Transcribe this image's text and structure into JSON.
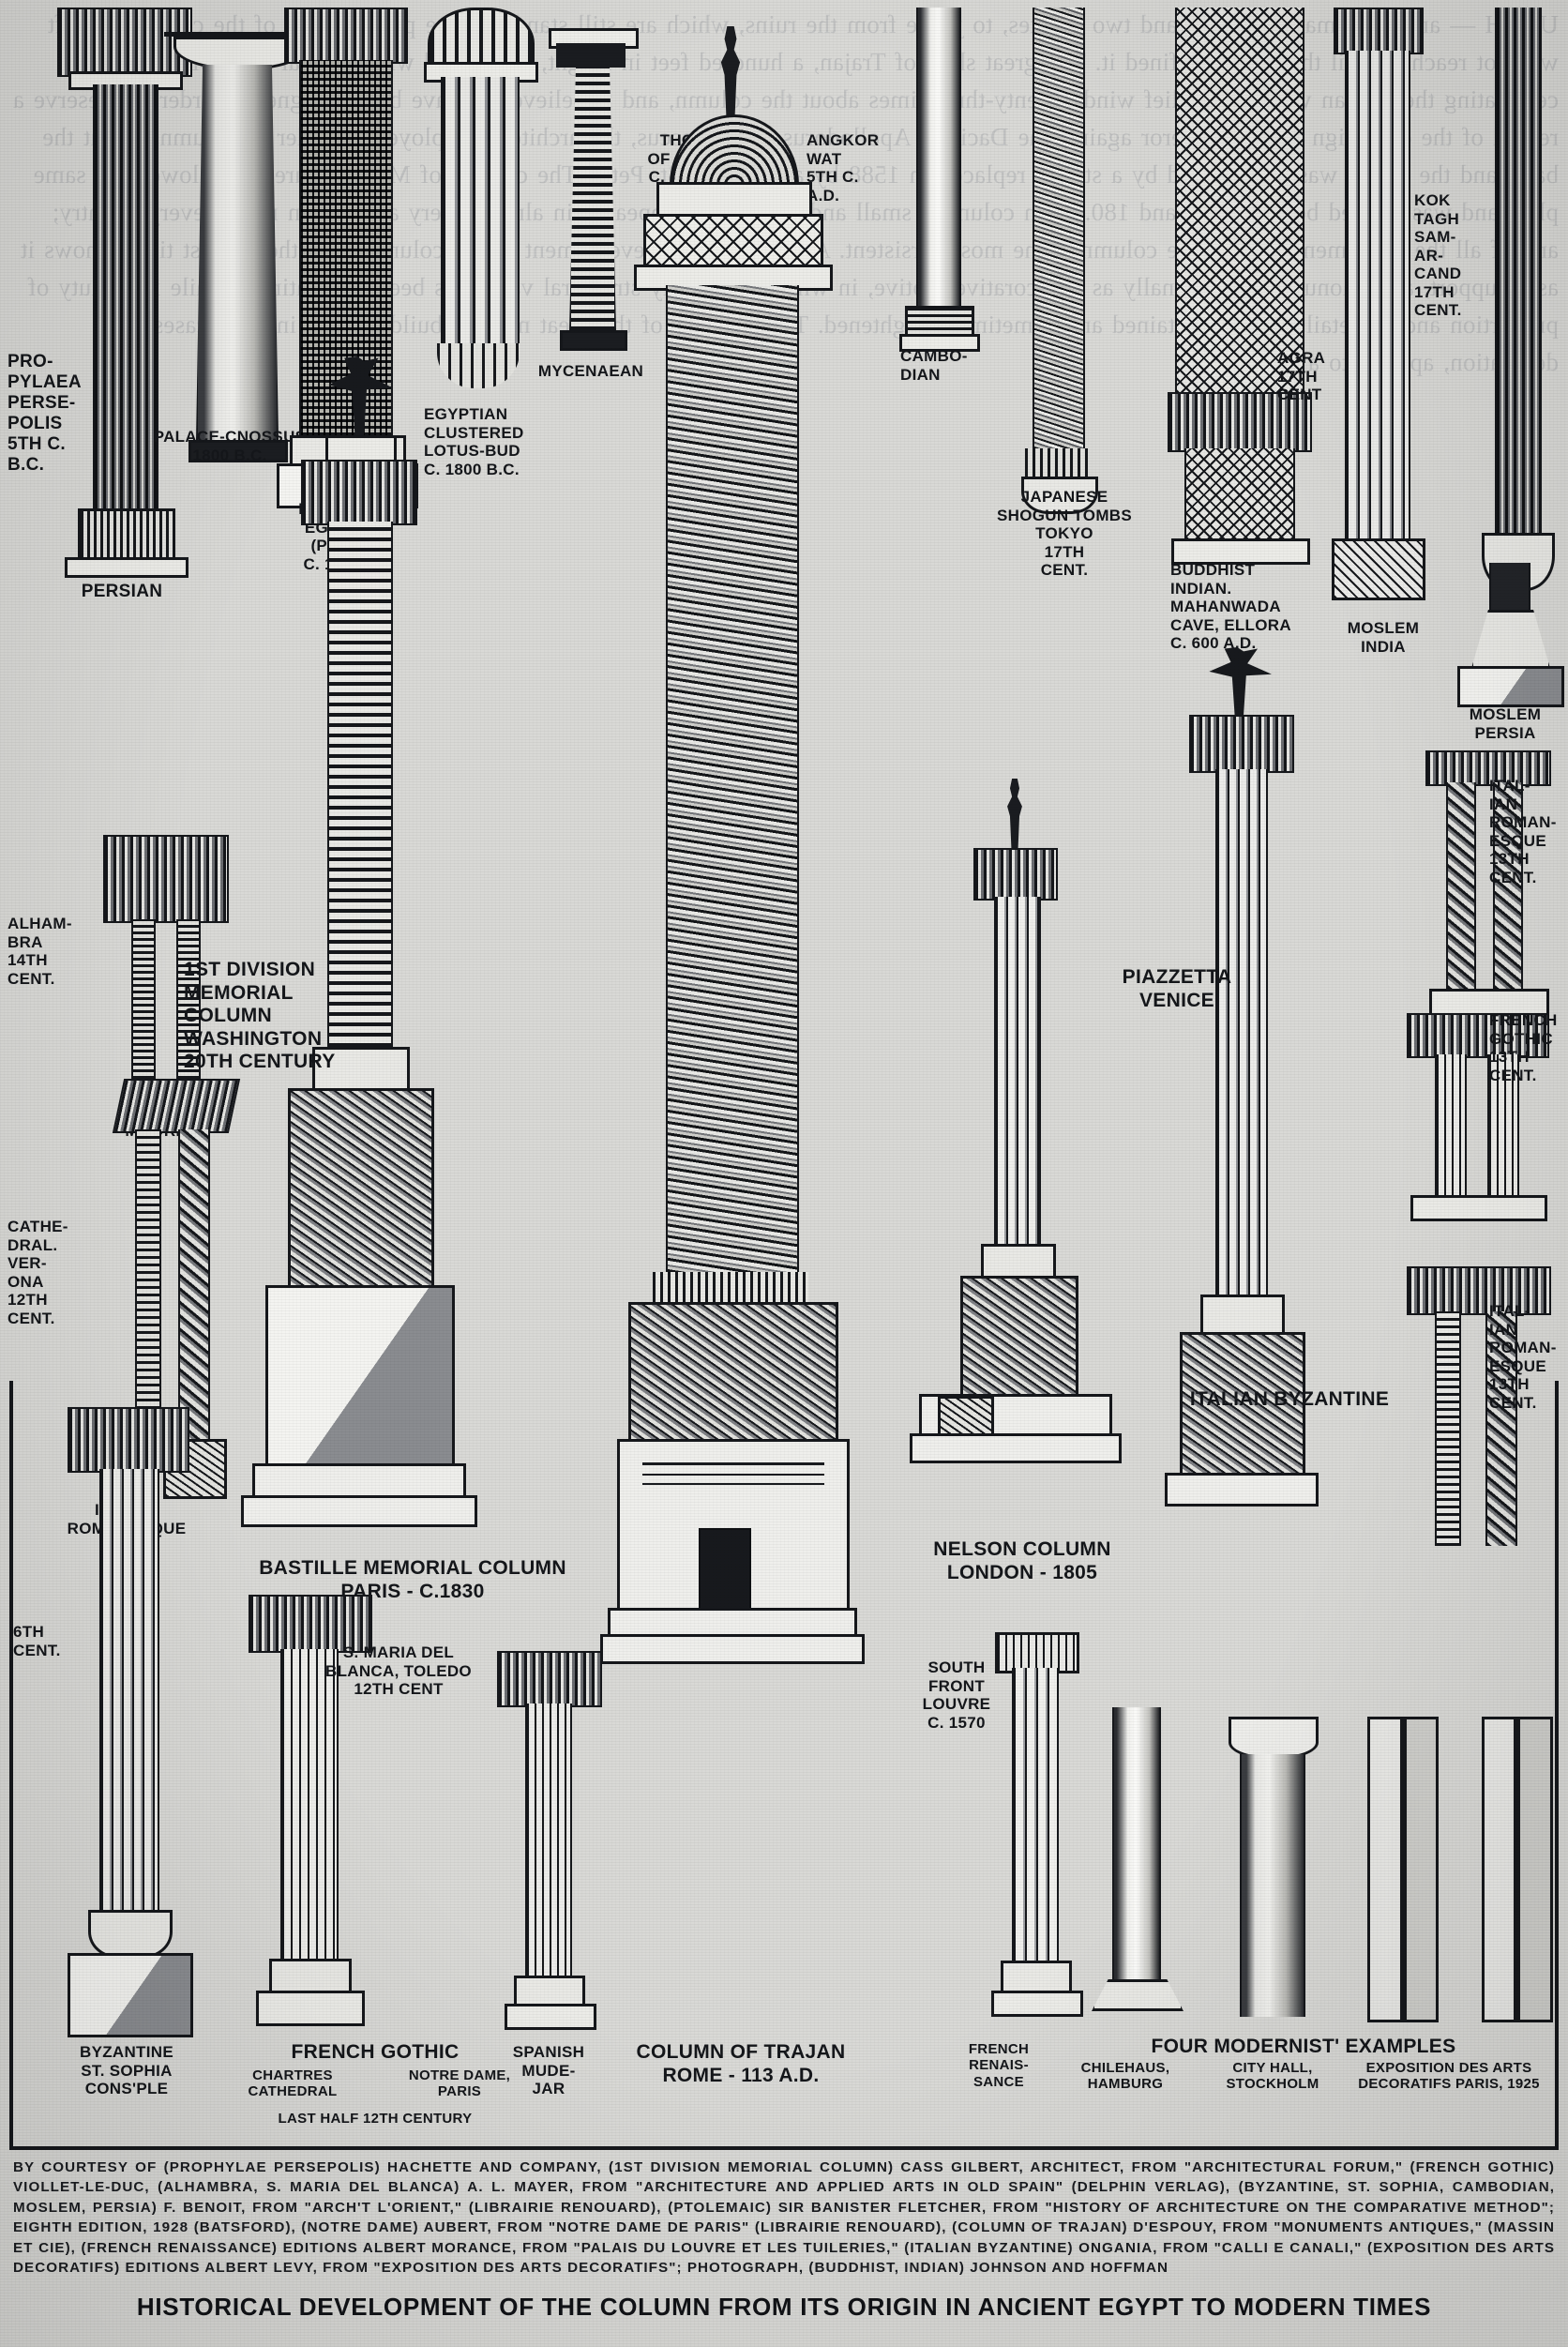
{
  "plate": {
    "title": "HISTORICAL DEVELOPMENT OF THE COLUMN FROM ITS ORIGIN IN ANCIENT EGYPT TO MODERN TIMES",
    "credits": "BY COURTESY OF (PROPHYLAE PERSEPOLIS) HACHETTE AND COMPANY, (1ST DIVISION MEMORIAL COLUMN) CASS GILBERT, ARCHITECT, FROM \"ARCHITECTURAL FORUM,\" (FRENCH GOTHIC) VIOLLET-LE-DUC, (ALHAMBRA, S. MARIA DEL BLANCA) A. L. MAYER, FROM \"ARCHITECTURE AND APPLIED ARTS IN OLD SPAIN\" (DELPHIN VERLAG), (BYZANTINE, ST. SOPHIA, CAMBODIAN, MOSLEM, PERSIA) F. BENOIT, FROM \"ARCH'T L'ORIENT,\" (LIBRAIRIE RENOUARD), (PTOLEMAIC) SIR BANISTER FLETCHER, FROM \"HISTORY OF ARCHITECTURE ON THE COMPARATIVE METHOD\"; EIGHTH EDITION, 1928 (BATSFORD), (NOTRE DAME) AUBERT, FROM \"NOTRE DAME DE PARIS\" (LIBRAIRIE RENOUARD), (COLUMN OF TRAJAN) D'ESPOUY, FROM \"MONUMENTS ANTIQUES,\" (MASSIN ET CIE), (FRENCH RENAISSANCE) EDITIONS ALBERT MORANCE, FROM \"PALAIS DU LOUVRE ET LES TUILERIES,\" (ITALIAN BYZANTINE) ONGANIA, FROM \"CALLI E CANALI,\" (EXPOSITION DES ARTS DECORATIFS) EDITIONS ALBERT LEVY, FROM \"EXPOSITION DES ARTS DECORATIFS\"; PHOTOGRAPH, (BUDDHIST, INDIAN) JOHNSON AND HOFFMAN"
  },
  "labels": {
    "propylaea": "PRO-\nPYLAEA\nPERSE-\nPOLIS\n5TH C.\nB.C.",
    "persian": "PERSIAN",
    "palace_cnossus": "PALACE-CNOSSUS\n1800 B.C.",
    "ptolemaic": "PTOLEMAIC\nEGYPTIAN\n(PHILAE)\nC. 100 B.C.",
    "egyptian_lotus": "EGYPTIAN\nCLUSTERED\nLOTUS-BUD\nC. 1800 B.C.",
    "mycenaean": "MYCENAEAN",
    "tholos": "THOLOS\nOF ATREUS\nC. 1200 B.C",
    "angkor": "ANGKOR\nWAT\n5TH C.\nA.D.",
    "cambodian": "CAMBO-\nDIAN",
    "japanese": "JAPANESE\nSHOGUN TOMBS\nTOKYO\n17TH\nCENT.",
    "buddhist": "BUDDHIST\nINDIAN.\nMAHANWADA\nCAVE, ELLORA\nC. 600 A.D.",
    "agra": "AGRA\n17TH\nCENT",
    "kok_tagh": "KOK\nTAGH\nSAM-\nAR-\nCAND\n17TH\nCENT.",
    "moslem_india": "MOSLEM\nINDIA",
    "moslem_persia": "MOSLEM\nPERSIA",
    "italian_romanesque_13": "ITAL-\nIAN\nROMAN-\nESQUE\n13TH\nCENT.",
    "french_gothic_13": "FRENCH\nGOTHIC\n13TH\nCENT.",
    "italian_romanesque_13b": "ITAL-\nIAN\nROMAN-\nESQUE\n13TH\nCENT.",
    "alhambra": "ALHAM-\nBRA\n14TH\nCENT.",
    "moorish": "MOORISH",
    "cathedral_verona": "CATHE-\nDRAL.\nVER-\nONA\n12TH\nCENT.",
    "italian_romanesque_left": "ITALIAN\nROMANESQUE",
    "first_division": "1ST DIVISION\nMEMORIAL\nCOLUMN\nWASHINGTON\n20TH CENTURY",
    "piazzetta": "PIAZZETTA\nVENICE",
    "italian_byzantine": "ITALIAN BYZANTINE",
    "bastille": "BASTILLE MEMORIAL COLUMN\nPARIS - C.1830",
    "s_maria": "S. MARIA DEL\nBLANCA, TOLEDO\n12TH CENT",
    "nelson": "NELSON COLUMN\nLONDON - 1805",
    "south_front_louvre": "SOUTH\nFRONT\nLOUVRE\nC. 1570",
    "sixth_cent": "6TH\nCENT.",
    "byzantine": "BYZANTINE\nST. SOPHIA\nCONS'PLE",
    "french_gothic_bottom": "FRENCH GOTHIC",
    "chartres": "CHARTRES\nCATHEDRAL",
    "notre_dame": "NOTRE DAME,\nPARIS",
    "chartres_span": "LAST HALF 12TH CENTURY",
    "spanish_mudejar": "SPANISH\nMUDE-\nJAR",
    "trajan": "COLUMN OF TRAJAN\nROME - 113 A.D.",
    "french_renaissance": "FRENCH\nRENAIS-\nSANCE",
    "chilehaus": "CHILEHAUS,\nHAMBURG",
    "four_modernist": "FOUR MODERNIST' EXAMPLES",
    "city_hall": "CITY HALL,\nSTOCKHOLM",
    "expo": "EXPOSITION DES ARTS\nDECORATIFS PARIS, 1925"
  },
  "ghost_text": "UMPH — and two small pedestals and two volutes, to judge from the ruins, which are still standing. The perfect form of the columnar shaft was not reached until the Greeks refined it. The great shaft of Trajan, a hundred feet in height, is covered with a spiral band of sculpture celebrating the Dacian wars. The relief winds twenty-three times about the column, and is believed to have been designed in order to preserve a record of the campaign of the Emperor against the Dacians. Apollodorus of Damascus, the architect, employed an order of columns about the base, and the whole was surmounted by a statue, replaced in 1588 by a figure of St. Peter. The column of Marcus Aurelius followed the same plan, and was erected between 174 and 180. Such columns, small and large, have appeared in almost every age and in nearly every country; and of all the monumental forms the column is the most persistent. A record of the development of the column from the earliest times shows it as a support, as a monument, and finally as a decorative motive, in which the purely structural value has been lost entirely, while its beauty of proportion and of detail has been retained and sometimes heightened. The columns of the great modern buildings are in most cases pure decoration, applied to a steel frame."
}
